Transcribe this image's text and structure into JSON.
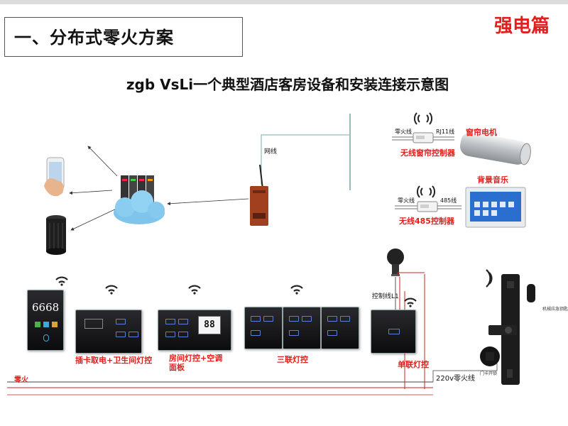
{
  "header": {
    "section_title": "一、分布式零火方案",
    "tag": "强电篇",
    "main_title": "zgb VsLi一个典型酒店客房设备和安装连接示意图"
  },
  "network": {
    "cable_label": "网线"
  },
  "curtain": {
    "input_label": "零火线",
    "cable_label": "RJ11线",
    "controller_label": "无线窗帘控制器",
    "device_label": "窗帘电机"
  },
  "music": {
    "input_label": "零火线",
    "cable_label": "485线",
    "controller_label": "无线485控制器",
    "device_label": "背景音乐"
  },
  "door_sign": {
    "number": "6668"
  },
  "panels": {
    "card_label": "插卡取电+卫生间灯控",
    "room_label": "房间灯控+空调面板",
    "room_temp": "88",
    "triple_label": "三联灯控",
    "single_label": "单联灯控",
    "control_wire_label": "控制线L1"
  },
  "wiring": {
    "bus_label": "零火",
    "lock_wire_label": "220v零火线"
  },
  "lock": {
    "note_top": "机械应急钥匙",
    "note_bottom": "门卡开锁"
  },
  "colors": {
    "red": "#e0201f",
    "panel_led": "#5a7fd8",
    "cloud": "#7fc4ea",
    "bulb": "#222222"
  }
}
